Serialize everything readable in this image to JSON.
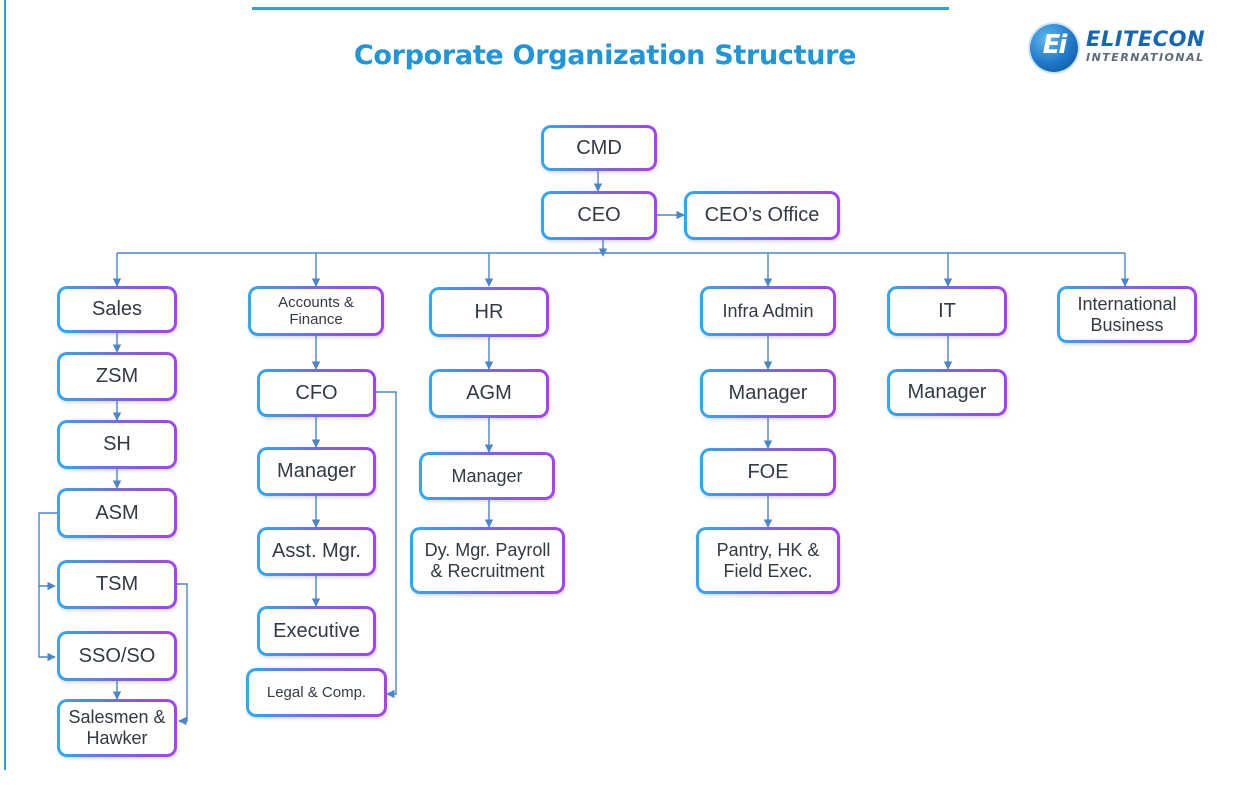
{
  "header": {
    "title": "Corporate Organization Structure",
    "logo_mark": "Ei",
    "logo_name": "ELITECON",
    "logo_sub": "INTERNATIONAL"
  },
  "colors": {
    "accent": "#2196d6",
    "node_border_start": "#2fa9f2",
    "node_border_end": "#a443ec",
    "connector": "#4a86c8"
  },
  "top": {
    "cmd": "CMD",
    "ceo": "CEO",
    "ceo_office": "CEO’s Office"
  },
  "sales": {
    "head": "Sales",
    "zsm": "ZSM",
    "sh": "SH",
    "asm": "ASM",
    "tsm": "TSM",
    "sso": "SSO/SO",
    "salesmen": "Salesmen & Hawker"
  },
  "finance": {
    "head": "Accounts & Finance",
    "cfo": "CFO",
    "manager": "Manager",
    "asst": "Asst. Mgr.",
    "executive": "Executive",
    "legal": "Legal & Comp."
  },
  "hr": {
    "head": "HR",
    "agm": "AGM",
    "manager": "Manager",
    "dy_mgr": "Dy. Mgr. Payroll & Recruitment"
  },
  "infra": {
    "head": "Infra Admin",
    "manager": "Manager",
    "foe": "FOE",
    "pantry": "Pantry, HK & Field Exec."
  },
  "it": {
    "head": "IT",
    "manager": "Manager"
  },
  "intl": {
    "head": "International Business"
  }
}
